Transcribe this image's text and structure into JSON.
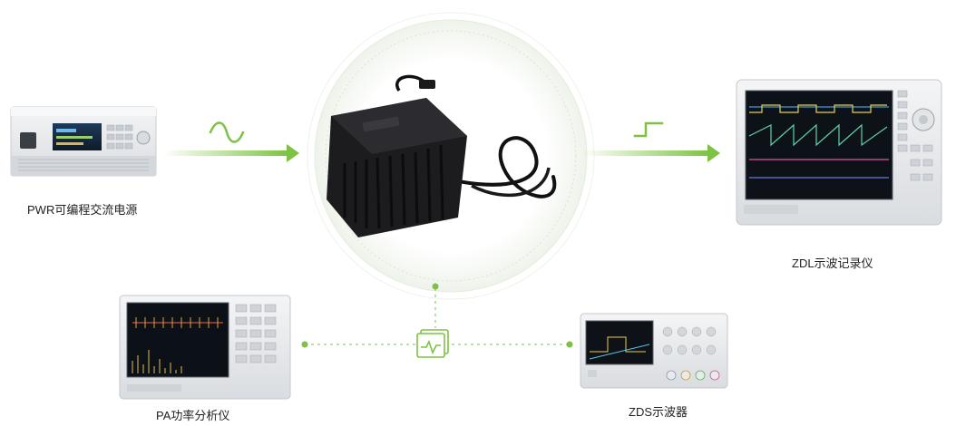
{
  "diagram": {
    "colors": {
      "accent": "#7dc242",
      "accent_light": "#cfe8b4",
      "ring": "#e6efe0",
      "device_body": "#e9ebed",
      "device_dark": "#2b2f36"
    },
    "nodes": {
      "pwr": {
        "label": "PWR可编程交流电源"
      },
      "zdl": {
        "label": "ZDL示波记录仪"
      },
      "pa": {
        "label": "PA功率分析仪"
      },
      "zds": {
        "label": "ZDS示波器"
      }
    },
    "center": {
      "icon": "power-adapter-image"
    },
    "signals": {
      "input": "sine-wave-icon",
      "output": "square-wave-icon",
      "hub": "monitor-waveform-icon"
    }
  }
}
